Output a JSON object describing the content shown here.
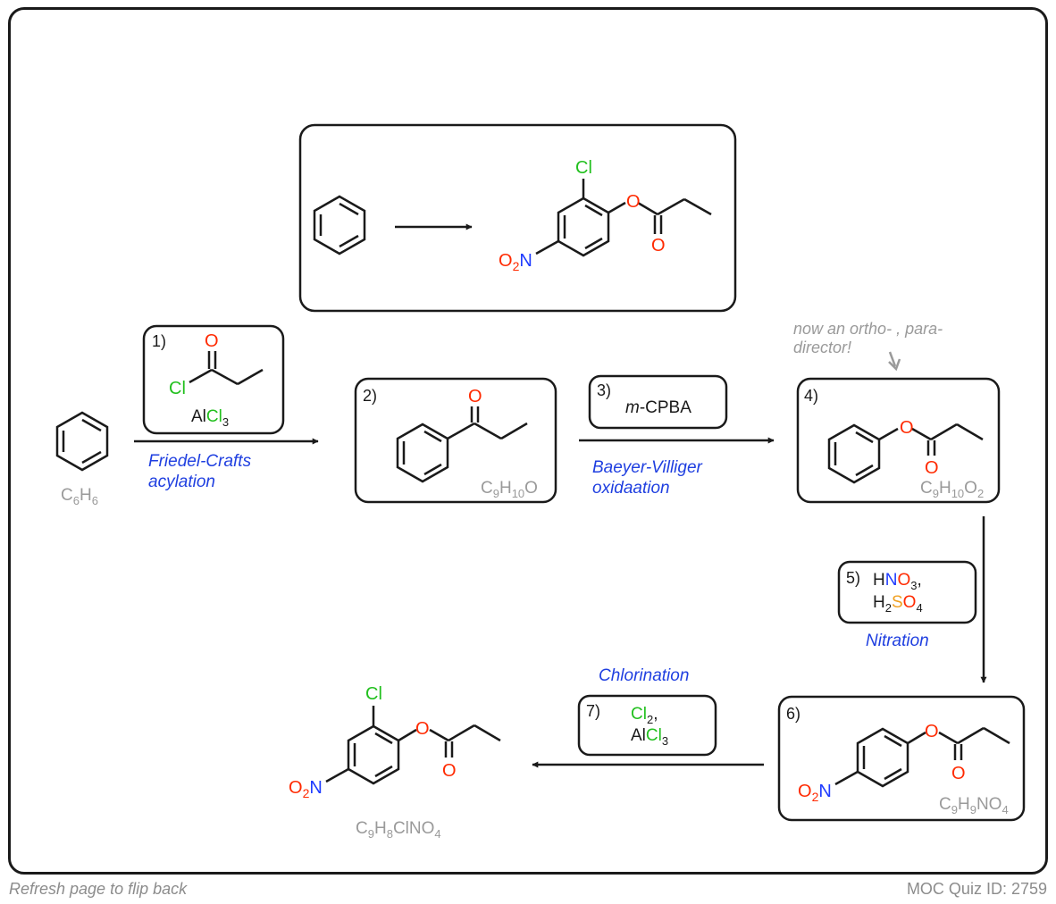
{
  "colors": {
    "ink": "#1a1a1a",
    "oxygen": "#ff2a00",
    "nitrogen": "#1f3cff",
    "chlorine": "#22c01e",
    "sulfur": "#f0a020",
    "formula": "#9a9a9a",
    "blue": "#1f3fe0",
    "note": "#9a9a9a"
  },
  "atoms": {
    "O": "O",
    "Cl": "Cl",
    "N": "N",
    "O2": "O",
    "O2sub": "2"
  },
  "target_box": {
    "arrow": "→"
  },
  "start": {
    "formula": {
      "a": "C",
      "b": "6",
      "c": "H",
      "d": "6"
    }
  },
  "step1": {
    "number": "1)",
    "reagent": {
      "Al": "Al",
      "Cl": "Cl",
      "sub": "3"
    },
    "label_line1": "Friedel-Crafts",
    "label_line2": "acylation"
  },
  "step2": {
    "number": "2)",
    "formula": {
      "a": "C",
      "b": "9",
      "c": "H",
      "d": "10",
      "e": "O"
    }
  },
  "step3": {
    "number": "3)",
    "reagent_italic": "m",
    "reagent_rest": "-CPBA",
    "label_line1": "Baeyer-Villiger",
    "label_line2": "oxidaation"
  },
  "step4": {
    "number": "4)",
    "note_line1": "now an ortho- , para-",
    "note_line2": "director!",
    "formula": {
      "a": "C",
      "b": "9",
      "c": "H",
      "d": "10",
      "e": "O",
      "f": "2"
    }
  },
  "step5": {
    "number": "5)",
    "line1": {
      "H": "H",
      "N": "N",
      "O": "O",
      "sub": "3",
      "comma": ","
    },
    "line2": {
      "H": "H",
      "sub2": "2",
      "S": "S",
      "O": "O",
      "sub4": "4"
    },
    "label": "Nitration"
  },
  "step6": {
    "number": "6)",
    "formula": {
      "a": "C",
      "b": "9",
      "c": "H",
      "d": "9",
      "e": "NO",
      "f": "4"
    }
  },
  "step7": {
    "number": "7)",
    "line1": {
      "Cl": "Cl",
      "sub": "2",
      "comma": ","
    },
    "line2": {
      "Al": "Al",
      "Cl": "Cl",
      "sub": "3"
    },
    "label": "Chlorination"
  },
  "final": {
    "formula": {
      "a": "C",
      "b": "9",
      "c": "H",
      "d": "8",
      "e": "ClNO",
      "f": "4"
    }
  },
  "footer": {
    "flip_hint": "Refresh page to flip back",
    "quiz_id": "MOC Quiz ID: 2759"
  }
}
